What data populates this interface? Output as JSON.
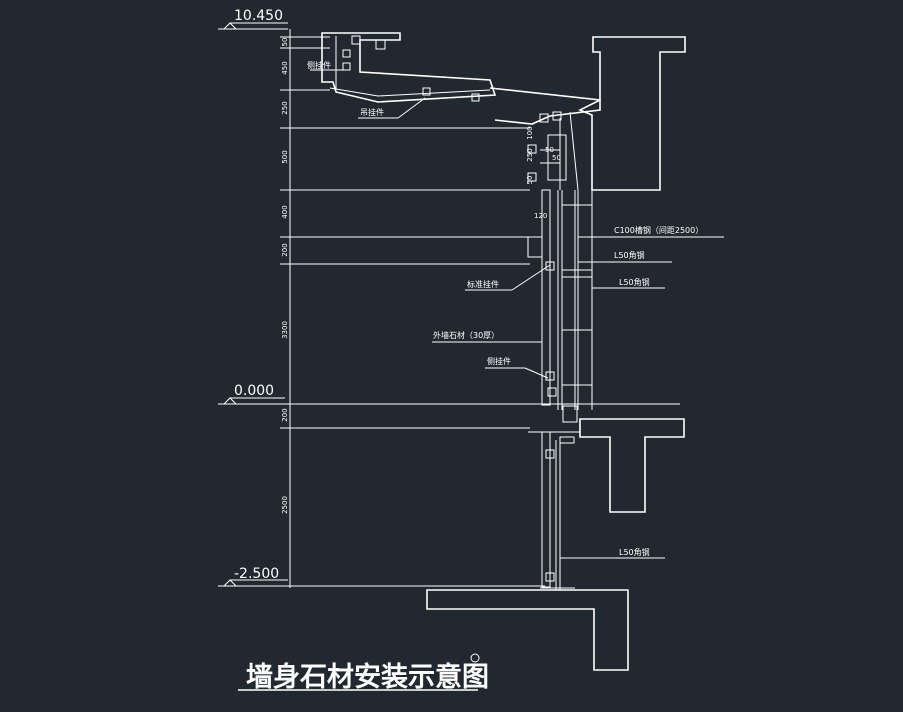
{
  "title": "墙身石材安装示意图",
  "levels": {
    "top": "10.450",
    "zero": "0.000",
    "bottom": "-2.500"
  },
  "dimensions": [
    "50",
    "450",
    "250",
    "500",
    "400",
    "200",
    "3300",
    "200",
    "2500"
  ],
  "detail_dims": {
    "d1": "100",
    "d2": "250",
    "d3": "50",
    "d4": "50",
    "d5": "50",
    "d6": "120"
  },
  "labels": {
    "side_hanger_top": "侧挂件",
    "hanging_piece": "吊挂件",
    "channel_steel": "C100槽钢（间距2500）",
    "angle_steel_1": "L50角钢",
    "angle_steel_2": "L50角钢",
    "standard_hanger": "标准挂件",
    "stone_cladding": "外墙石材（30厚）",
    "side_hanger": "侧挂件",
    "angle_steel_3": "L50角钢"
  },
  "colors": {
    "background": "#212830",
    "lines": "#ffffff"
  }
}
